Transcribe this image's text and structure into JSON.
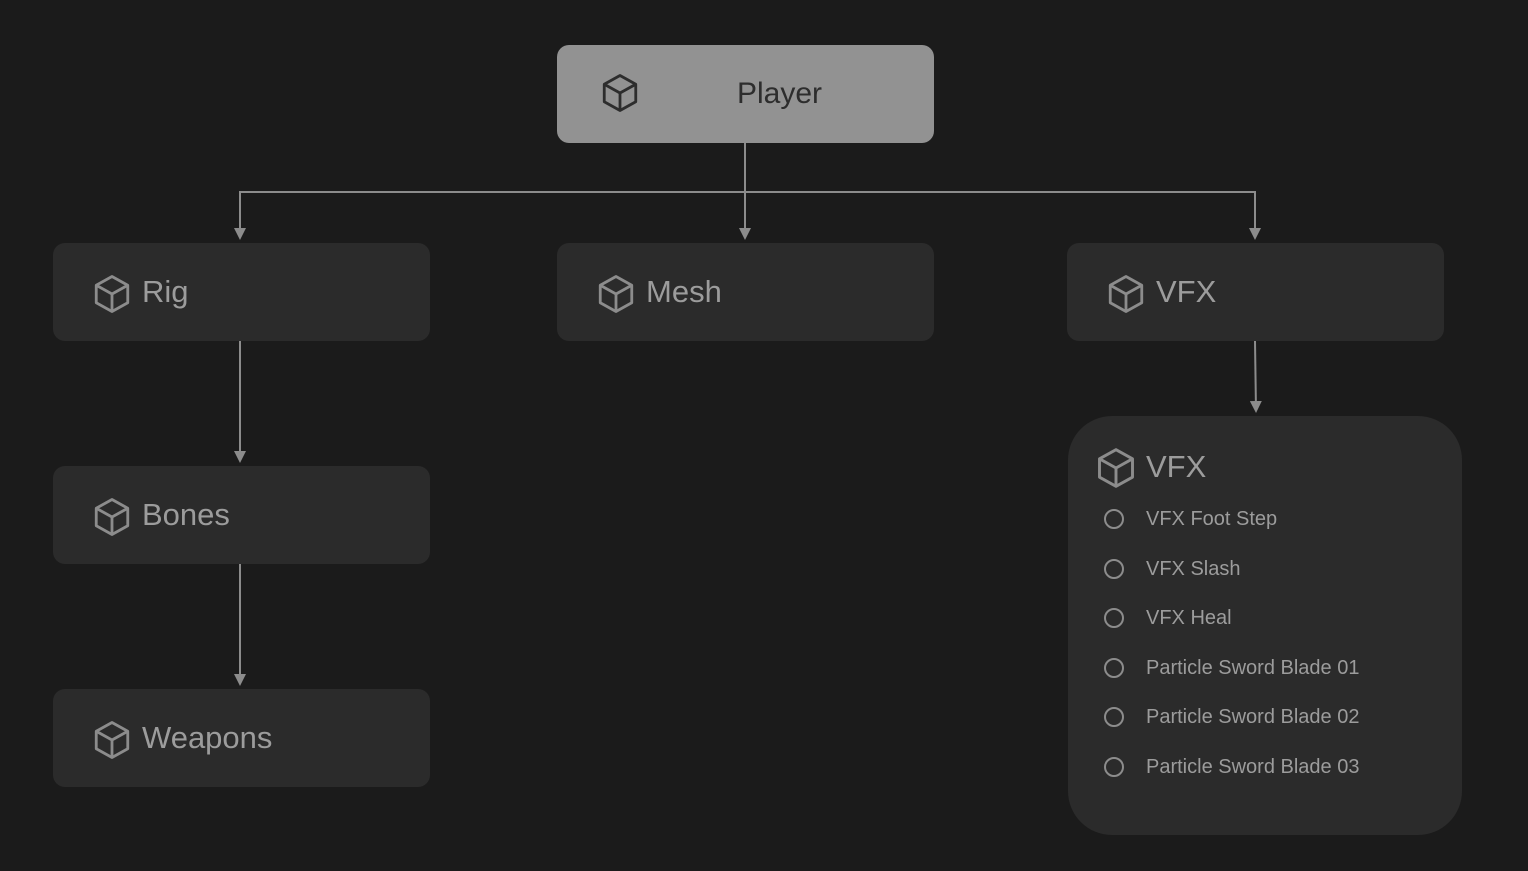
{
  "colors": {
    "background": "#1b1b1b",
    "node": "#2b2b2b",
    "root_node": "#929292",
    "connector": "#8c8c8c",
    "text": "#9c9c9c"
  },
  "root": {
    "label": "Player",
    "icon": "cube-icon"
  },
  "children": {
    "rig": {
      "label": "Rig",
      "icon": "cube-icon"
    },
    "mesh": {
      "label": "Mesh",
      "icon": "cube-icon"
    },
    "vfx": {
      "label": "VFX",
      "icon": "cube-icon"
    }
  },
  "rig_chain": {
    "bones": {
      "label": "Bones",
      "icon": "cube-icon"
    },
    "weapons": {
      "label": "Weapons",
      "icon": "cube-icon"
    }
  },
  "vfx_panel": {
    "title": "VFX",
    "icon": "cube-icon",
    "items": [
      "VFX Foot Step",
      "VFX Slash",
      "VFX Heal",
      "Particle Sword Blade 01",
      "Particle Sword Blade 02",
      "Particle Sword Blade 03"
    ]
  }
}
